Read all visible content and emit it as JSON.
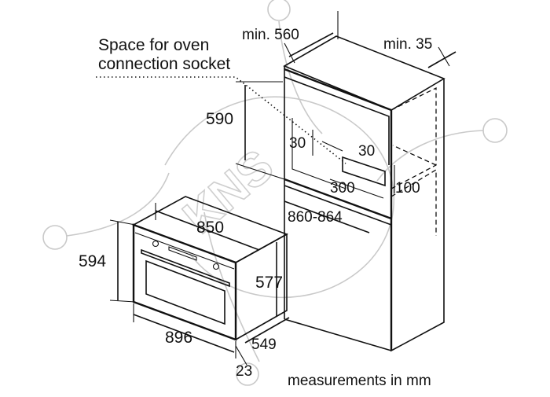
{
  "annotations": {
    "socket_space_line1": "Space for oven",
    "socket_space_line2": "connection socket",
    "units_note": "measurements in mm"
  },
  "dimensions": {
    "niche_min_depth": "min. 560",
    "side_gap_min": "min. 35",
    "niche_height": "590",
    "socket_offset_top": "30",
    "socket_offset_side": "30",
    "socket_width": "300",
    "socket_height": "100",
    "niche_width": "860-864",
    "oven_width_body": "850",
    "oven_height": "594",
    "oven_body_height": "577",
    "oven_width": "896",
    "oven_depth": "549",
    "front_panel_thickness": "23"
  },
  "watermark": {
    "text": "KNS"
  }
}
